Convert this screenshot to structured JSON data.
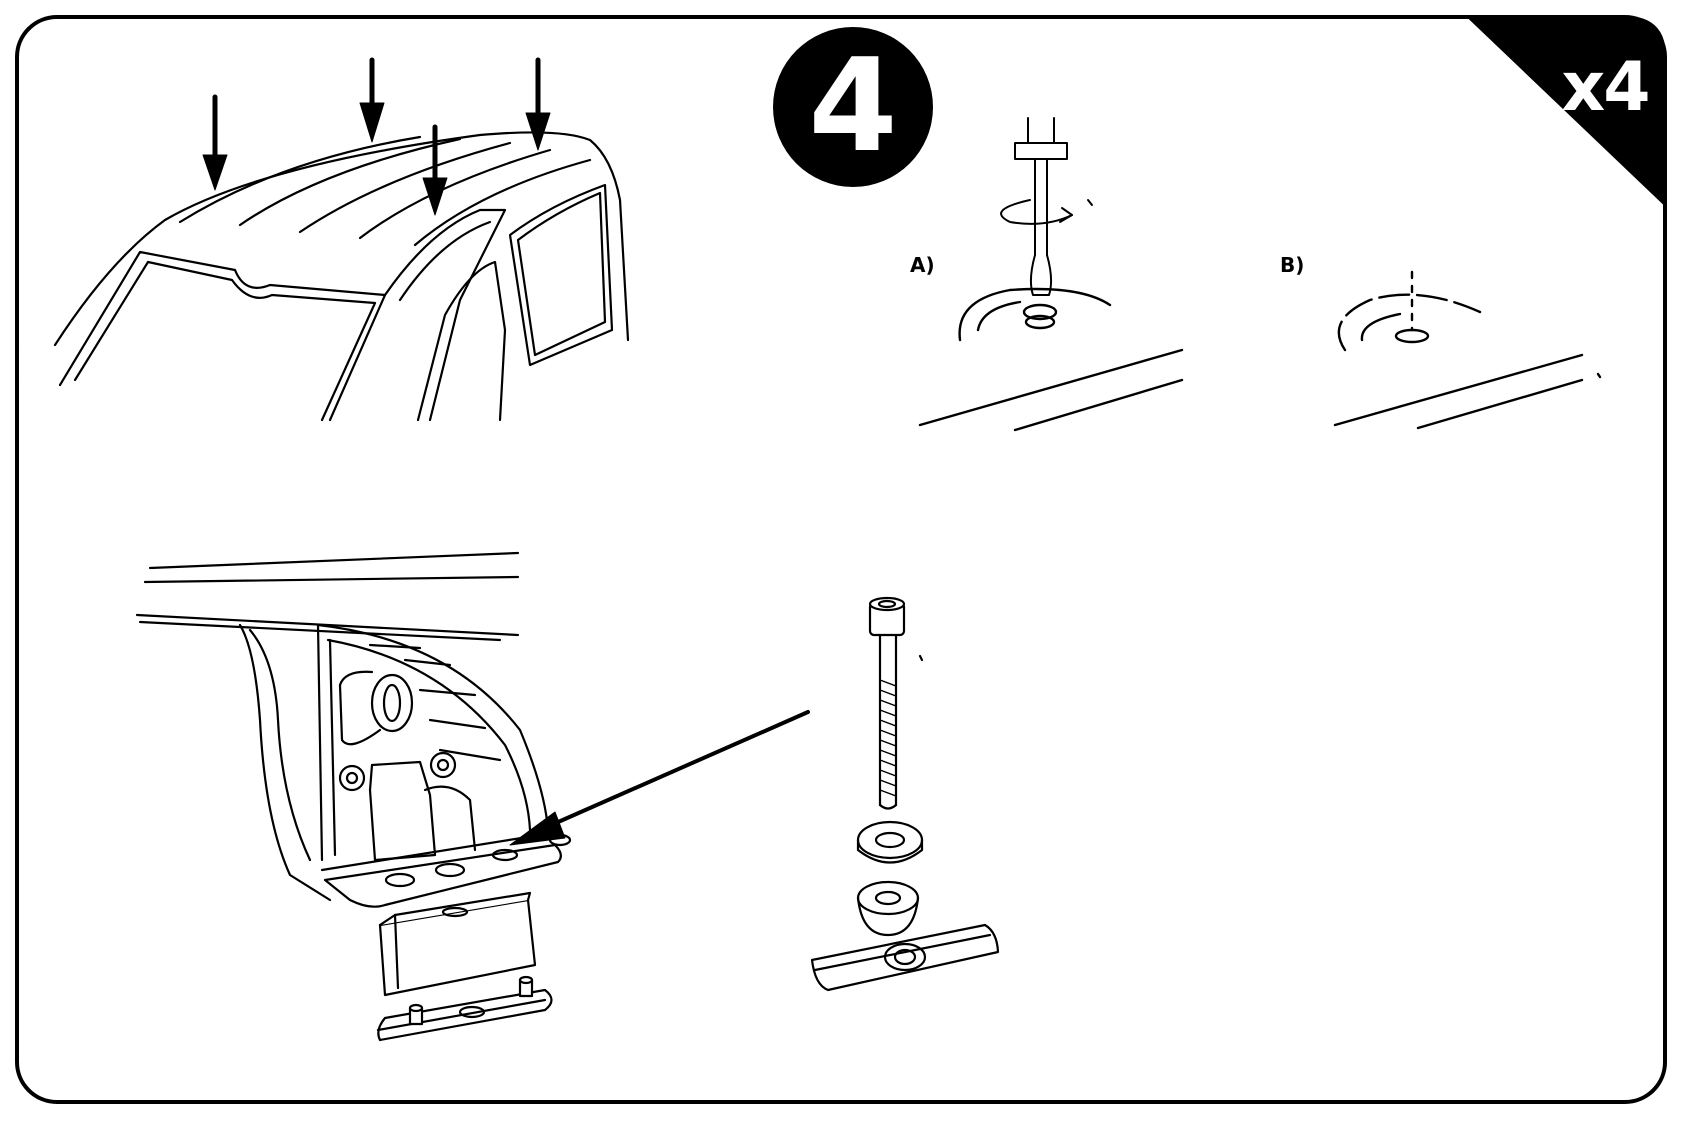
{
  "step": {
    "number": "4",
    "count_label": "x4"
  },
  "substeps": [
    {
      "label": "A)",
      "action": "unscrew-roof-cap"
    },
    {
      "label": "B)",
      "action": "exposed-mounting-hole"
    }
  ],
  "arrows": {
    "roof_fixing_points": 4
  },
  "parts": [
    {
      "name": "screwdriver-icon"
    },
    {
      "name": "roof-bar-foot-icon"
    },
    {
      "name": "bolt-icon"
    },
    {
      "name": "washer-icon"
    },
    {
      "name": "spherical-washer-icon"
    },
    {
      "name": "threaded-plate-icon"
    },
    {
      "name": "rubber-pad-icon"
    },
    {
      "name": "base-plate-icon"
    }
  ],
  "colors": {
    "ink": "#000000",
    "paper": "#ffffff"
  }
}
